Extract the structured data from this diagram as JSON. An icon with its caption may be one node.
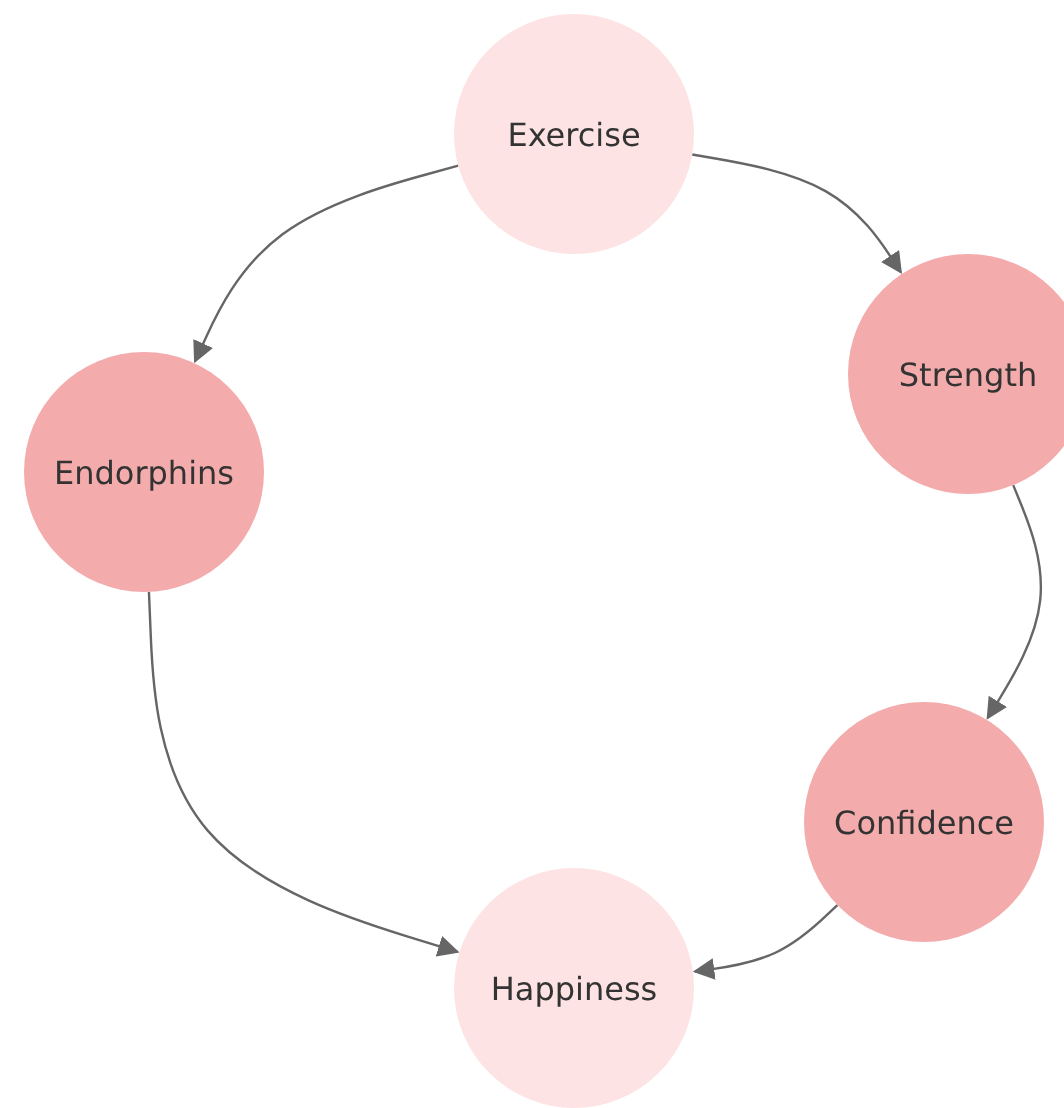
{
  "diagram": {
    "nodes": [
      {
        "text": [
          "Exercise"
        ]
      },
      {
        "text": [
          "Strength"
        ]
      },
      {
        "text": [
          "Endorphins"
        ]
      },
      {
        "text": [
          "Confidence"
        ]
      },
      {
        "text": [
          "Happiness"
        ]
      }
    ],
    "edges": [
      {
        "from": 0,
        "to": 1,
        "arrow": "to"
      },
      {
        "from": 1,
        "to": 3,
        "arrow": "to"
      },
      {
        "from": 3,
        "to": 4,
        "arrow": "to"
      },
      {
        "from": 0,
        "to": 2,
        "arrow": "to"
      },
      {
        "from": 2,
        "to": 4,
        "arrow": "to"
      }
    ]
  }
}
